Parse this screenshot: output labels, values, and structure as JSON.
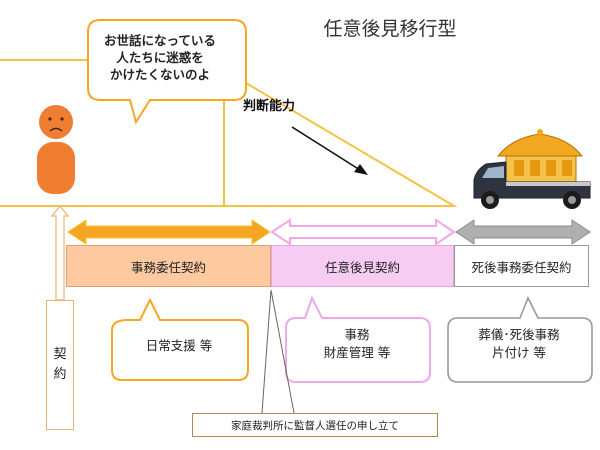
{
  "title": "任意後見移行型",
  "speech_bubble": {
    "line1": "お世話になっている",
    "line2": "人たちに迷惑を",
    "line3": "かけたくないのよ"
  },
  "judgment_label": "判断能力",
  "contract_label": {
    "char1": "契",
    "char2": "約"
  },
  "segments": [
    {
      "label": "事務委任契約",
      "color": "#fdc9a0"
    },
    {
      "label": "任意後見契約",
      "color": "#f7ccf3"
    },
    {
      "label": "死後事務委任契約",
      "color": "#ffffff"
    }
  ],
  "callouts": [
    {
      "line1": "日常支援 等"
    },
    {
      "line1": "事務",
      "line2": "財産管理 等"
    },
    {
      "line1": "葬儀･死後事務",
      "line2": "片付け 等"
    }
  ],
  "court_note": "家庭裁判所に監督人選任の申し立て",
  "colors": {
    "accent_orange": "#f5a623",
    "arrow_pink": "#f0a8e8",
    "arrow_gray": "#a0a0a0",
    "person": "#ef7d32"
  },
  "icons": [
    "sad-person-icon",
    "hearse-icon"
  ]
}
